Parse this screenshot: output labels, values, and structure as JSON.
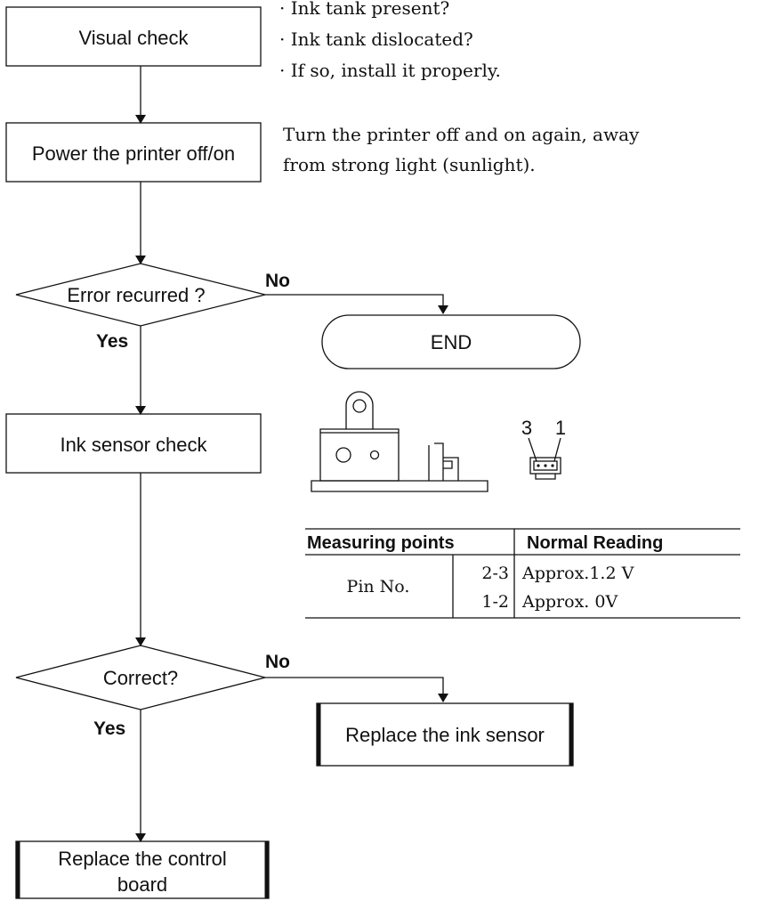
{
  "flowchart": {
    "visual_check": "Visual check",
    "visual_notes": [
      "· Ink tank present?",
      "· Ink tank dislocated?",
      "· If so, install it properly."
    ],
    "power_cycle": "Power the printer off/on",
    "power_note_line1": "Turn the printer off and on again, away",
    "power_note_line2": "from strong light (sunlight).",
    "decision1": "Error recurred ?",
    "decision1_no": "No",
    "decision1_yes": "Yes",
    "end": "END",
    "ink_sensor_check": "Ink sensor check",
    "decision2": "Correct?",
    "decision2_no": "No",
    "decision2_yes": "Yes",
    "replace_sensor": "Replace the ink sensor",
    "replace_board_line1": "Replace the control",
    "replace_board_line2": "board"
  },
  "connector": {
    "pin_left": "3",
    "pin_right": "1"
  },
  "measure_table": {
    "header_points": "Measuring points",
    "header_reading": "Normal Reading",
    "pin_label": "Pin No.",
    "rows": [
      {
        "pins": "2-3",
        "reading": "Approx.1.2 V"
      },
      {
        "pins": "1-2",
        "reading": "Approx. 0V"
      }
    ]
  }
}
